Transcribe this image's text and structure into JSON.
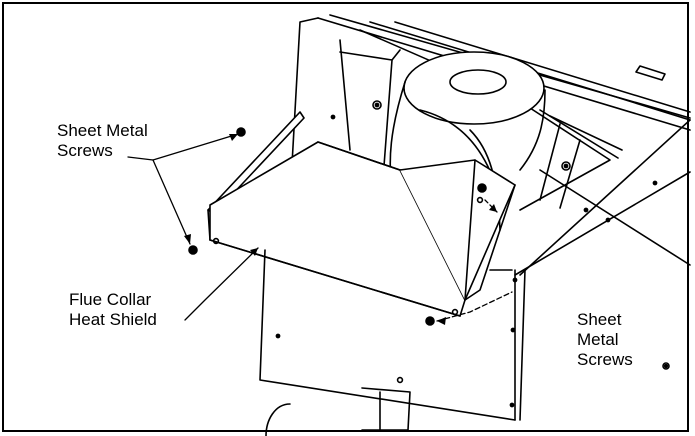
{
  "callouts": {
    "sheet_metal_screws_left": "Sheet Metal\nScrews",
    "flue_collar_heat_shield": "Flue Collar\nHeat Shield",
    "sheet_metal_screws_right": "Sheet\nMetal\nScrews"
  },
  "colors": {
    "line": "#000000",
    "background": "#ffffff",
    "shade": "#d9d9d9"
  }
}
